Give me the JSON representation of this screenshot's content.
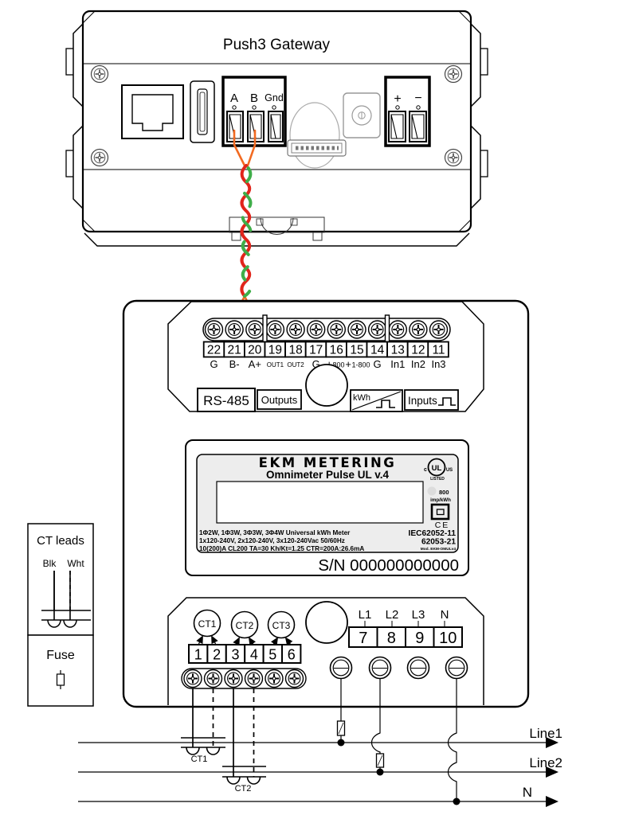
{
  "colors": {
    "wire_red": "#e1251b",
    "wire_green": "#3fae49",
    "wire_orange": "#f26a21"
  },
  "gateway": {
    "title": "Push3 Gateway",
    "terminal_a": "A",
    "terminal_b": "B",
    "terminal_gnd": "Gnd",
    "power_plus": "+",
    "power_minus": "−"
  },
  "meter": {
    "top": {
      "numbers": [
        "22",
        "21",
        "20",
        "19",
        "18",
        "17",
        "16",
        "15",
        "14",
        "13",
        "12",
        "11"
      ],
      "label_g1": "G",
      "label_bminus": "B-",
      "label_aplus": "A+",
      "label_out1": "OUT1",
      "label_out2": "OUT2",
      "label_g2": "G",
      "label_plus800_sign": "+",
      "label_plus800": "800",
      "label_plus1800_sign": "+",
      "label_plus1800": "1-800",
      "label_g3": "G",
      "label_in1": "In1",
      "label_in2": "In2",
      "label_in3": "In3",
      "rs485": "RS-485",
      "outputs": "Outputs",
      "kwh": "kWh",
      "inputs": "Inputs"
    },
    "face": {
      "brand": "EKM METERING",
      "model": "Omnimeter Pulse UL v.4",
      "ul_c": "c",
      "ul": "UL",
      "ul_us": "US",
      "ul_listed": "LISTED",
      "led_value": "800",
      "led_unit": "imp/kWh",
      "ce": "CE",
      "spec_line1": "1Φ2W, 1Φ3W, 3Φ3W, 3Φ4W Universal kWh Meter",
      "spec_line2": "1x120-240V, 2x120-240V, 3x120-240Vac  50/60Hz",
      "spec_line3": "10(200)A  CL200 TA=30 Kh/Kt=1.25 CTR=200A:26.6mA",
      "cert1": "IEC62052-11",
      "cert2": "62053-21",
      "mod": "Mod. EKM-OMULv4",
      "serial": "S/N 000000000000"
    },
    "bottom": {
      "ct1": "CT1",
      "ct2": "CT2",
      "ct3": "CT3",
      "ct_numbers": [
        "1",
        "2",
        "3",
        "4",
        "5",
        "6"
      ],
      "phase_labels": [
        "L1",
        "L2",
        "L3",
        "N"
      ],
      "phase_numbers": [
        "7",
        "8",
        "9",
        "10"
      ]
    }
  },
  "legend": {
    "title": "CT leads",
    "blk": "Blk",
    "wht": "Wht",
    "fuse": "Fuse"
  },
  "wiring": {
    "ct1": "CT1",
    "ct2": "CT2",
    "line1": "Line1",
    "line2": "Line2",
    "neutral": "N"
  }
}
